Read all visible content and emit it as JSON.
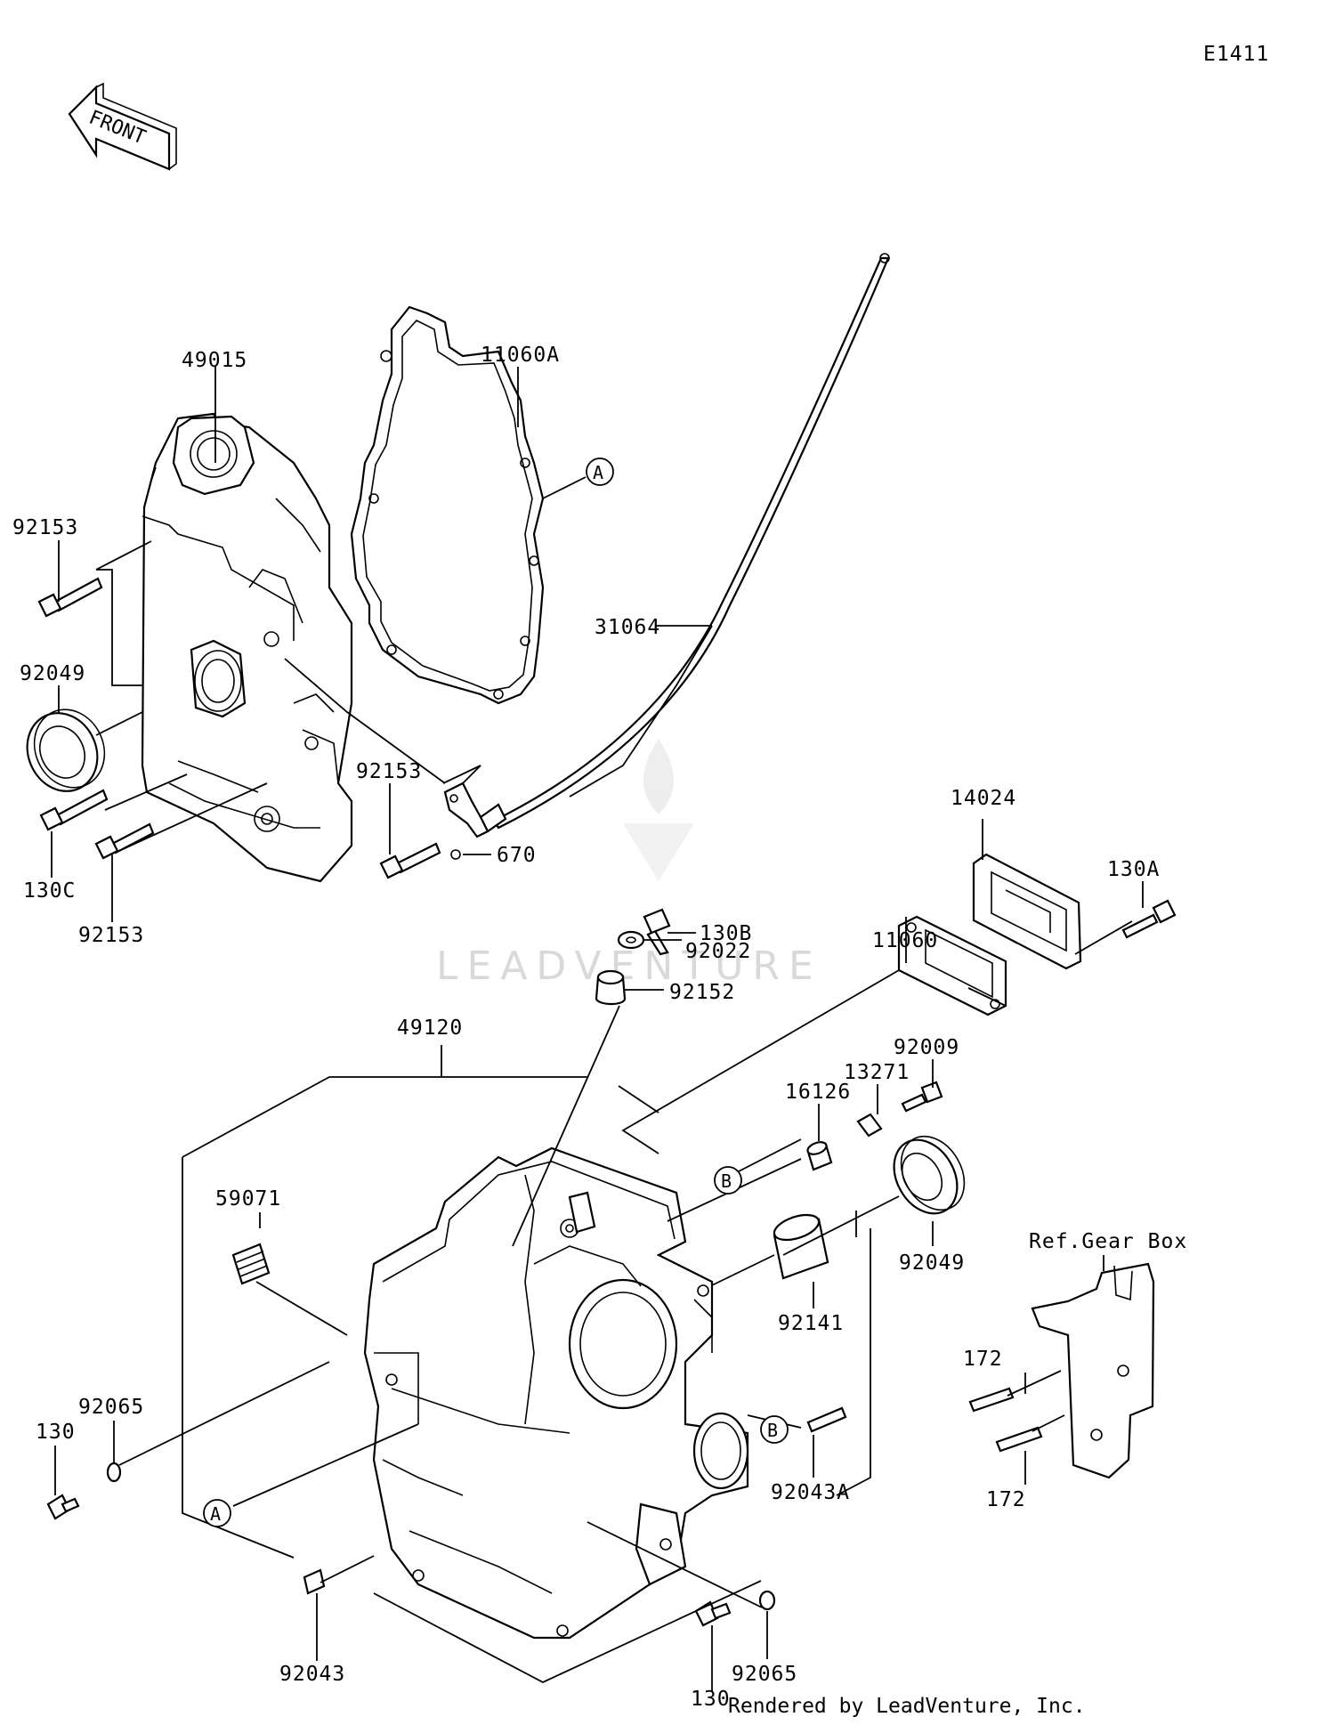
{
  "diagram": {
    "code": "E1411",
    "front_label": "FRONT",
    "watermark": "LEADVENTURE",
    "footer": "Rendered by LeadVenture, Inc.",
    "ref_note": "Ref.Gear Box",
    "callouts": [
      "A",
      "B"
    ],
    "parts": [
      "49015",
      "11060A",
      "92153",
      "92049",
      "31064",
      "92153",
      "670",
      "130C",
      "92153",
      "130B",
      "92022",
      "92152",
      "14024",
      "11060",
      "130A",
      "49120",
      "92009",
      "13271",
      "16126",
      "59071",
      "92049",
      "92141",
      "172",
      "92065",
      "130",
      "92043A",
      "172",
      "92043",
      "92065",
      "130"
    ]
  }
}
